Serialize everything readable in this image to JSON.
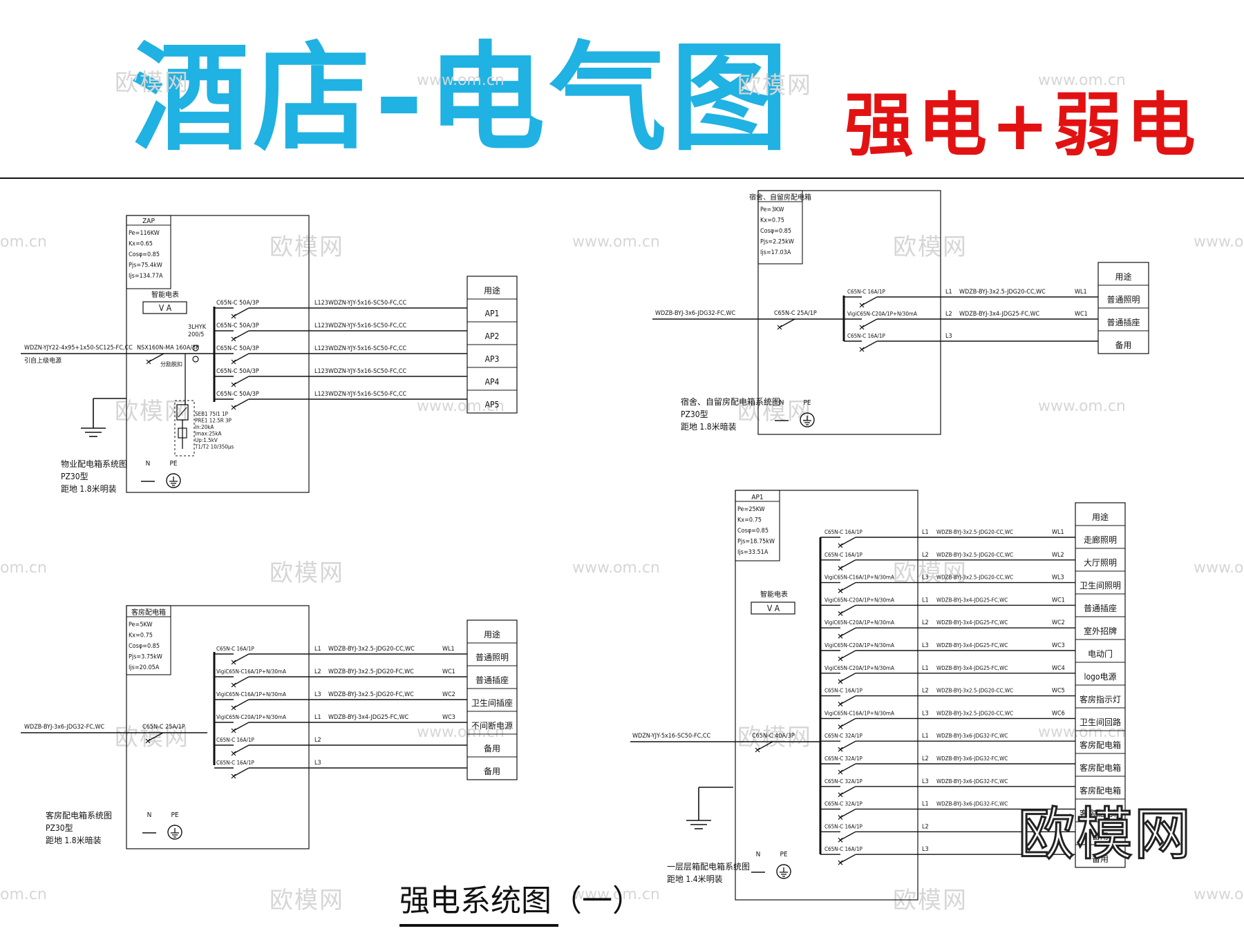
{
  "header": {
    "title": "酒店-电气图",
    "subtitle": "强电+弱电"
  },
  "watermarks": {
    "brand": "欧模网",
    "url": "www.om.cn",
    "url_partial": "om.cn"
  },
  "logo_text": "欧模网",
  "page_title": "强电系统图（一）",
  "colors": {
    "title": "#1fb2e3",
    "subtitle": "#e31212",
    "lines": "#111111"
  },
  "panels": {
    "zap": {
      "name": "ZAP",
      "params": [
        "Pe=116KW",
        "Kx=0.65",
        "Cosφ=0.85",
        "Pjs=75.4kW",
        "Ijs=134.77A"
      ],
      "meter_label": "智能电表",
      "meter_va": "V A",
      "incoming_cable": "WDZN-YJY22-4x95+1x50-SC125-FC,CC",
      "incoming_note": "引自上级电源",
      "main_breaker": "NSX160N-MA 160A/3P",
      "shunt_note": "分励脱扣",
      "transformer": "3LHYK 200/5",
      "spd": [
        "SEB1 75I1 1P",
        "PRE1 12.5R 3P",
        "In:20kA",
        "Imax:25kA",
        "Up:1.5kV",
        "T1/T2 10/350μs"
      ],
      "n_label": "N",
      "pe_label": "PE",
      "notes": [
        "物业配电箱系统图",
        "PZ30型",
        "距地 1.8米明装"
      ],
      "circuits": [
        {
          "breaker": "C65N-C 50A/3P",
          "phase": "L123",
          "cable": "WDZN-YJY-5x16-SC50-FC,CC",
          "use": "AP1"
        },
        {
          "breaker": "C65N-C 50A/3P",
          "phase": "L123",
          "cable": "WDZN-YJY-5x16-SC50-FC,CC",
          "use": "AP2"
        },
        {
          "breaker": "C65N-C 50A/3P",
          "phase": "L123",
          "cable": "WDZN-YJY-5x16-SC50-FC,CC",
          "use": "AP3"
        },
        {
          "breaker": "C65N-C 50A/3P",
          "phase": "L123",
          "cable": "WDZN-YJY-5x16-SC50-FC,CC",
          "use": "AP4"
        },
        {
          "breaker": "C65N-C 50A/3P",
          "phase": "L123",
          "cable": "WDZN-YJY-5x16-SC50-FC,CC",
          "use": "AP5"
        }
      ],
      "use_header": "用途"
    },
    "dorm": {
      "name": "宿舍、自留房配电箱",
      "params": [
        "Pe=3KW",
        "Kx=0.75",
        "Cosφ=0.85",
        "Pjs=2.25kW",
        "Ijs=17.03A"
      ],
      "incoming_cable": "WDZB-BYJ-3x6-JDG32-FC,WC",
      "main_breaker": "C65N-C 25A/1P",
      "n_label": "N",
      "pe_label": "PE",
      "notes": [
        "宿舍、自留房配电箱系统图",
        "PZ30型",
        "距地 1.8米暗装"
      ],
      "use_header": "用途",
      "circuits": [
        {
          "breaker": "C65N-C 16A/1P",
          "phase": "L1",
          "cable": "WDZB-BYJ-3x2.5-JDG20-CC,WC",
          "circuit": "WL1",
          "use": "普通照明"
        },
        {
          "breaker": "VigiC65N-C20A/1P+N/30mA",
          "phase": "L2",
          "cable": "WDZB-BYJ-3x4-JDG25-FC,WC",
          "circuit": "WC1",
          "use": "普通插座"
        },
        {
          "breaker": "C65N-C 16A/1P",
          "phase": "L3",
          "cable": "",
          "circuit": "",
          "use": "备用"
        }
      ]
    },
    "guest": {
      "name": "客房配电箱",
      "params": [
        "Pe=5KW",
        "Kx=0.75",
        "Cosφ=0.85",
        "Pjs=3.75kW",
        "Ijs=20.05A"
      ],
      "incoming_cable": "WDZB-BYJ-3x6-JDG32-FC,WC",
      "main_breaker": "C65N-C 25A/1P",
      "n_label": "N",
      "pe_label": "PE",
      "notes": [
        "客房配电箱系统图",
        "PZ30型",
        "距地 1.8米暗装"
      ],
      "use_header": "用途",
      "circuits": [
        {
          "breaker": "C65N-C 16A/1P",
          "phase": "L1",
          "cable": "WDZB-BYJ-3x2.5-JDG20-CC,WC",
          "circuit": "WL1",
          "use": "普通照明"
        },
        {
          "breaker": "VigiC65N-C16A/1P+N/30mA",
          "phase": "L2",
          "cable": "WDZB-BYJ-3x2.5-JDG20-FC,WC",
          "circuit": "WC1",
          "use": "普通插座"
        },
        {
          "breaker": "VigiC65N-C16A/1P+N/30mA",
          "phase": "L3",
          "cable": "WDZB-BYJ-3x2.5-JDG20-FC,WC",
          "circuit": "WC2",
          "use": "卫生间插座"
        },
        {
          "breaker": "VigiC65N-C20A/1P+N/30mA",
          "phase": "L1",
          "cable": "WDZB-BYJ-3x4-JDG25-FC,WC",
          "circuit": "WC3",
          "use": "不间断电源"
        },
        {
          "breaker": "C65N-C 16A/1P",
          "phase": "L2",
          "cable": "",
          "circuit": "",
          "use": "备用"
        },
        {
          "breaker": "C65N-C 16A/1P",
          "phase": "L3",
          "cable": "",
          "circuit": "",
          "use": "备用"
        }
      ]
    },
    "ap1": {
      "name": "AP1",
      "params": [
        "Pe=25KW",
        "Kx=0.75",
        "Cosφ=0.85",
        "Pjs=18.75kW",
        "Ijs=33.51A"
      ],
      "meter_label": "智能电表",
      "meter_va": "V A",
      "incoming_cable": "WDZN-YJY-5x16-SC50-FC,CC",
      "main_breaker": "C65N-C 40A/3P",
      "n_label": "N",
      "pe_label": "PE",
      "notes": [
        "一层层箱配电箱系统图",
        "距地 1.4米明装"
      ],
      "use_header": "用途",
      "circuits": [
        {
          "breaker": "C65N-C 16A/1P",
          "phase": "L1",
          "cable": "WDZB-BYJ-3x2.5-JDG20-CC,WC",
          "circuit": "WL1",
          "use": "走廊照明"
        },
        {
          "breaker": "C65N-C 16A/1P",
          "phase": "L2",
          "cable": "WDZB-BYJ-3x2.5-JDG20-CC,WC",
          "circuit": "WL2",
          "use": "大厅照明"
        },
        {
          "breaker": "VigiC65N-C16A/1P+N/30mA",
          "phase": "L3",
          "cable": "WDZB-BYJ-3x2.5-JDG20-CC,WC",
          "circuit": "WL3",
          "use": "卫生间照明"
        },
        {
          "breaker": "VigiC65N-C20A/1P+N/30mA",
          "phase": "L1",
          "cable": "WDZB-BYJ-3x4-JDG25-FC,WC",
          "circuit": "WC1",
          "use": "普通插座"
        },
        {
          "breaker": "VigiC65N-C20A/1P+N/30mA",
          "phase": "L2",
          "cable": "WDZB-BYJ-3x4-JDG25-FC,WC",
          "circuit": "WC2",
          "use": "室外招牌"
        },
        {
          "breaker": "VigiC65N-C20A/1P+N/30mA",
          "phase": "L3",
          "cable": "WDZB-BYJ-3x4-JDG25-FC,WC",
          "circuit": "WC3",
          "use": "电动门"
        },
        {
          "breaker": "VigiC65N-C20A/1P+N/30mA",
          "phase": "L1",
          "cable": "WDZB-BYJ-3x4-JDG25-FC,WC",
          "circuit": "WC4",
          "use": "logo电源"
        },
        {
          "breaker": "C65N-C 16A/1P",
          "phase": "L2",
          "cable": "WDZB-BYJ-3x2.5-JDG20-CC,WC",
          "circuit": "WC5",
          "use": "客房指示灯"
        },
        {
          "breaker": "VigiC65N-C16A/1P+N/30mA",
          "phase": "L3",
          "cable": "WDZB-BYJ-3x2.5-JDG20-CC,WC",
          "circuit": "WC6",
          "use": "卫生间回路"
        },
        {
          "breaker": "C65N-C 32A/1P",
          "phase": "L1",
          "cable": "WDZB-BYJ-3x6-JDG32-FC,WC",
          "circuit": "",
          "use": "客房配电箱"
        },
        {
          "breaker": "C65N-C 32A/1P",
          "phase": "L2",
          "cable": "WDZB-BYJ-3x6-JDG32-FC,WC",
          "circuit": "",
          "use": "客房配电箱"
        },
        {
          "breaker": "C65N-C 32A/1P",
          "phase": "L3",
          "cable": "WDZB-BYJ-3x6-JDG32-FC,WC",
          "circuit": "",
          "use": "客房配电箱"
        },
        {
          "breaker": "C65N-C 32A/1P",
          "phase": "L1",
          "cable": "WDZB-BYJ-3x6-JDG32-FC,WC",
          "circuit": "",
          "use": "客房配电箱"
        },
        {
          "breaker": "C65N-C 16A/1P",
          "phase": "L2",
          "cable": "",
          "circuit": "",
          "use": "备用"
        },
        {
          "breaker": "C65N-C 16A/1P",
          "phase": "L3",
          "cable": "",
          "circuit": "",
          "use": "备用"
        }
      ]
    }
  }
}
